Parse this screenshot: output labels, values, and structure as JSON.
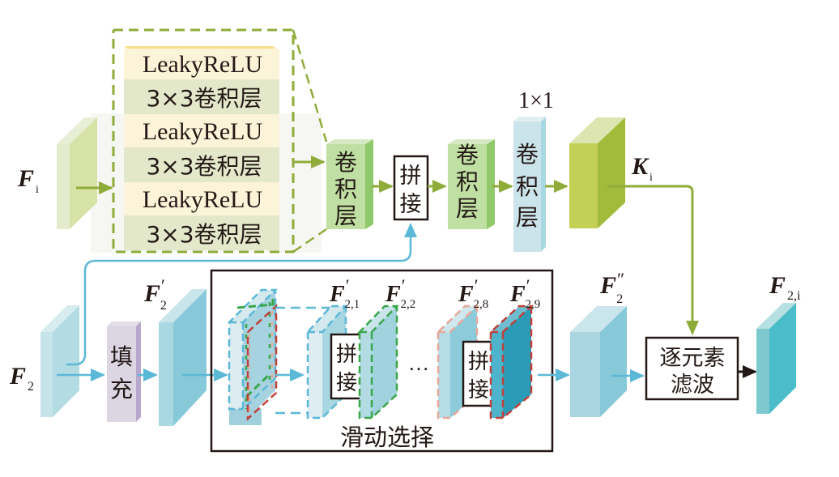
{
  "diagram": {
    "inputs": {
      "fi": {
        "main": "F",
        "sub": "i"
      },
      "f2": {
        "main": "F",
        "sub": "2"
      }
    },
    "expanded_block": {
      "layers": [
        {
          "label": "LeakyReLU",
          "kind": "activation"
        },
        {
          "label": "3×3卷积层",
          "kind": "conv"
        },
        {
          "label": "LeakyReLU",
          "kind": "activation"
        },
        {
          "label": "3×3卷积层",
          "kind": "conv"
        },
        {
          "label": "LeakyReLU",
          "kind": "activation"
        },
        {
          "label": "3×3卷积层",
          "kind": "conv"
        }
      ]
    },
    "top_branch": {
      "conv1": [
        "卷",
        "积",
        "层"
      ],
      "concat": [
        "拼",
        "接"
      ],
      "conv2": [
        "卷",
        "积",
        "层"
      ],
      "conv1x1_caption": "1×1",
      "conv1x1": [
        "卷",
        "积",
        "层"
      ],
      "output": {
        "main": "K",
        "sub": "i"
      }
    },
    "bottom_branch": {
      "padding": [
        "填",
        "充"
      ],
      "padded": {
        "main": "F",
        "prime": "′",
        "sub": "2"
      },
      "sliding_box_label": "滑动选择",
      "slices": [
        {
          "main": "F",
          "prime": "′",
          "sub": "2,1"
        },
        {
          "main": "F",
          "prime": "′",
          "sub": "2,2"
        },
        {
          "main": "F",
          "prime": "′",
          "sub": "2,8"
        },
        {
          "main": "F",
          "prime": "′",
          "sub": "2,9"
        }
      ],
      "concat_a": [
        "拼",
        "接"
      ],
      "concat_b": [
        "拼",
        "接"
      ],
      "ellipsis": "…",
      "stacked": {
        "main": "F",
        "prime": "″",
        "sub": "2"
      },
      "filter_box": [
        "逐元素",
        "滤波"
      ],
      "output": {
        "main": "F",
        "sub": "2,i"
      }
    },
    "colors": {
      "green_arrow": "#8fac3a",
      "blue_arrow": "#5bb8d6",
      "dash_green": "#8fac3a",
      "slice_green": "#3aa64a",
      "slice_red": "#c0413a",
      "slice_pink": "#e6a89a",
      "ki_front": "#c4cf55",
      "ki_side": "#a3bb3a",
      "f2i_front": "#7ec8cf",
      "f2i_side": "#4bbcc9"
    }
  }
}
